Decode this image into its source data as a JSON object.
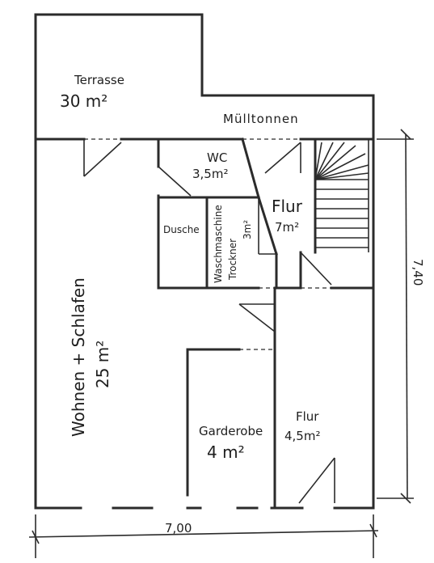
{
  "rooms": {
    "terrasse": {
      "name": "Terrasse",
      "area": "30 m²"
    },
    "muelltonnen": {
      "name": "Mülltonnen"
    },
    "wc": {
      "name": "WC",
      "area": "3,5m²"
    },
    "flur_top": {
      "name": "Flur",
      "area": "7m²"
    },
    "dusche": {
      "name": "Dusche"
    },
    "wasch": {
      "line1": "Waschmaschine",
      "line2": "Trockner",
      "area": "3m²"
    },
    "wohnen": {
      "name": "Wohnen + Schlafen",
      "area": "25 m²"
    },
    "garderobe": {
      "name": "Garderobe",
      "area": "4 m²"
    },
    "flur_bottom": {
      "name": "Flur",
      "area": "4,5m²"
    }
  },
  "dimensions": {
    "width": "7,00",
    "height": "7,40"
  },
  "colors": {
    "ink": "#2b2b2b",
    "paper": "#ffffff"
  }
}
